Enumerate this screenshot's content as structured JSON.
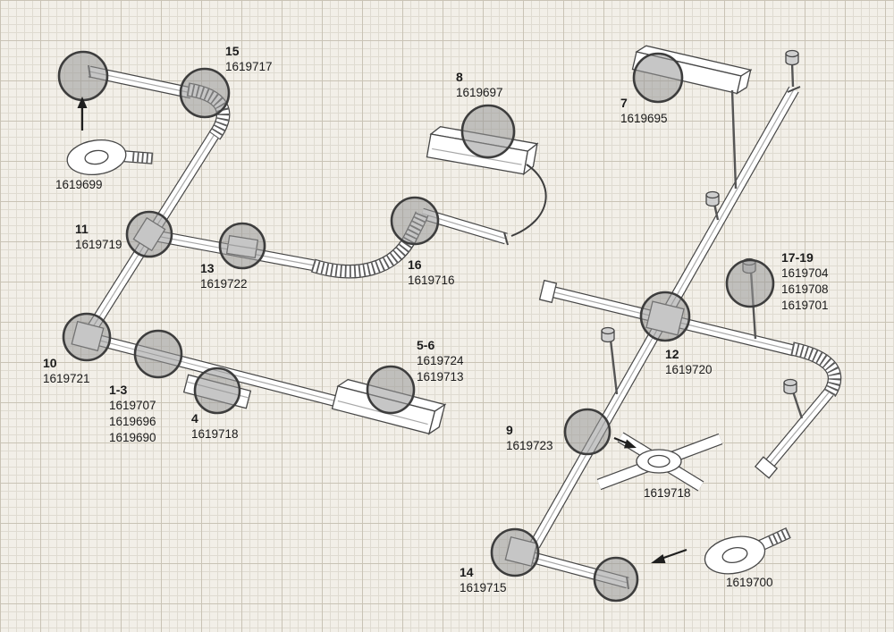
{
  "colors": {
    "paper": "#f2efe8",
    "grid_minor": "#dfdbd1",
    "grid_major": "#c9c3b5",
    "line_art": "#474747",
    "callout_fill": "#989898",
    "callout_stroke": "#3d3d3d",
    "text": "#1b1b1b"
  },
  "callouts": [
    {
      "id": "15",
      "parts": [
        "1619717"
      ]
    },
    {
      "id": "",
      "parts": [
        "1619699"
      ]
    },
    {
      "id": "8",
      "parts": [
        "1619697"
      ]
    },
    {
      "id": "7",
      "parts": [
        "1619695"
      ]
    },
    {
      "id": "11",
      "parts": [
        "1619719"
      ]
    },
    {
      "id": "13",
      "parts": [
        "1619722"
      ]
    },
    {
      "id": "16",
      "parts": [
        "1619716"
      ]
    },
    {
      "id": "17-19",
      "parts": [
        "1619704",
        "1619708",
        "1619701"
      ]
    },
    {
      "id": "12",
      "parts": [
        "1619720"
      ]
    },
    {
      "id": "10",
      "parts": [
        "1619721"
      ]
    },
    {
      "id": "1-3",
      "parts": [
        "1619707",
        "1619696",
        "1619690"
      ]
    },
    {
      "id": "4",
      "parts": [
        "1619718"
      ]
    },
    {
      "id": "5-6",
      "parts": [
        "1619724",
        "1619713"
      ]
    },
    {
      "id": "9",
      "parts": [
        "1619723"
      ]
    },
    {
      "id": "",
      "parts": [
        "1619718"
      ]
    },
    {
      "id": "14",
      "parts": [
        "1619715"
      ]
    },
    {
      "id": "",
      "parts": [
        "1619700"
      ]
    }
  ]
}
